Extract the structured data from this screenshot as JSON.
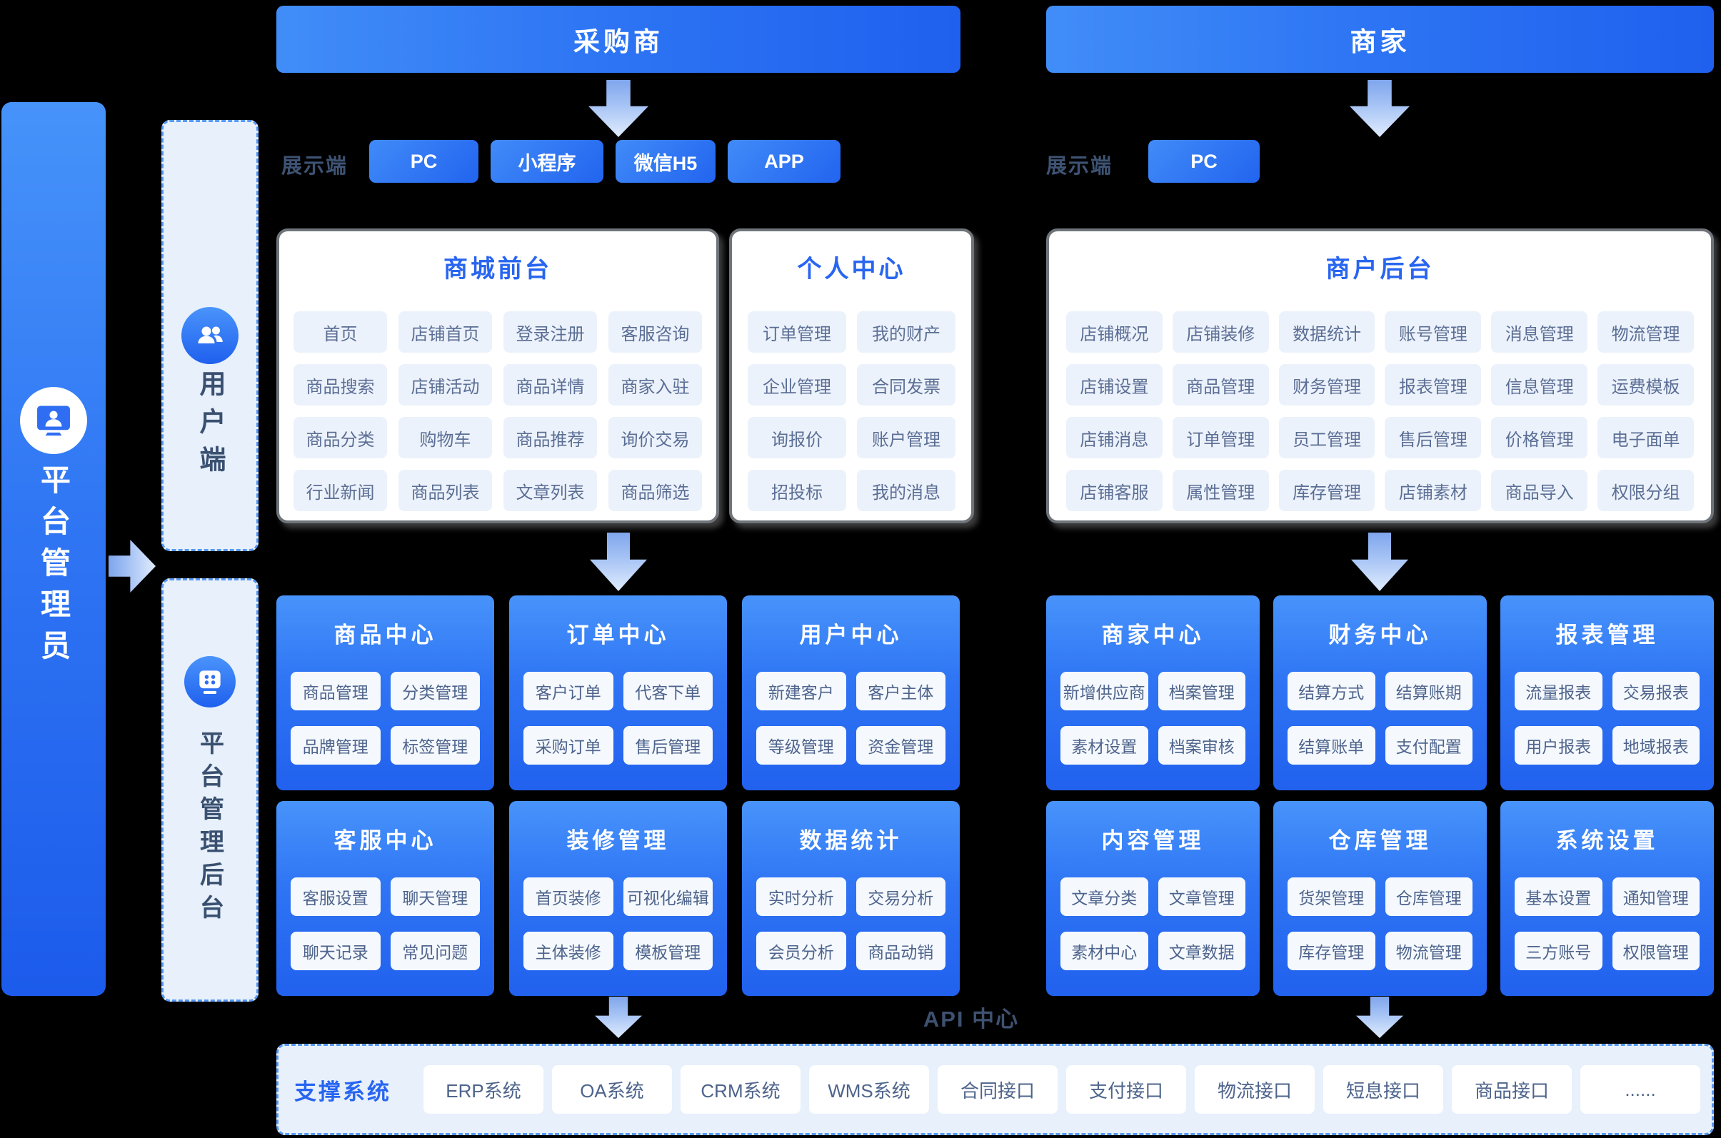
{
  "colors": {
    "background": "#000000",
    "primary_blue": "#2865F0",
    "bar_gradient_start": "#418DF8",
    "bar_gradient_end": "#1F60EE",
    "navy_text": "#3E5373",
    "chip_bg": "#ECF2FB",
    "chip_text": "#5B6E95",
    "dashed_panel_bg": "#E7F0FB",
    "dashed_border": "#5597F5"
  },
  "icons": {
    "admin": "monitor-user-icon",
    "user_side": "users-group-icon",
    "admin_backend": "dashboard-monitor-icon"
  },
  "header": {
    "purchaser": "采购商",
    "merchant": "商家"
  },
  "display_left": {
    "label": "展示端",
    "buttons": [
      "PC",
      "小程序",
      "微信H5",
      "APP"
    ]
  },
  "display_right": {
    "label": "展示端",
    "button": "PC"
  },
  "admin_bar": {
    "label": "平台管理员"
  },
  "side_panels": {
    "user_side": "用户端",
    "admin_backend": "平台管理后台"
  },
  "panels": {
    "mall_front": {
      "title": "商城前台",
      "items": [
        "首页",
        "店铺首页",
        "登录注册",
        "客服咨询",
        "商品搜索",
        "店铺活动",
        "商品详情",
        "商家入驻",
        "商品分类",
        "购物车",
        "商品推荐",
        "询价交易",
        "行业新闻",
        "商品列表",
        "文章列表",
        "商品筛选"
      ]
    },
    "personal_center": {
      "title": "个人中心",
      "items": [
        "订单管理",
        "我的财产",
        "企业管理",
        "合同发票",
        "询报价",
        "账户管理",
        "招投标",
        "我的消息"
      ]
    },
    "merchant_backend": {
      "title": "商户后台",
      "items": [
        "店铺概况",
        "店铺装修",
        "数据统计",
        "账号管理",
        "消息管理",
        "物流管理",
        "店铺设置",
        "商品管理",
        "财务管理",
        "报表管理",
        "信息管理",
        "运费模板",
        "店铺消息",
        "订单管理",
        "员工管理",
        "售后管理",
        "价格管理",
        "电子面单",
        "店铺客服",
        "属性管理",
        "库存管理",
        "店铺素材",
        "商品导入",
        "权限分组"
      ]
    }
  },
  "cards_left": [
    {
      "title": "商品中心",
      "items": [
        "商品管理",
        "分类管理",
        "品牌管理",
        "标签管理"
      ]
    },
    {
      "title": "订单中心",
      "items": [
        "客户订单",
        "代客下单",
        "采购订单",
        "售后管理"
      ]
    },
    {
      "title": "用户中心",
      "items": [
        "新建客户",
        "客户主体",
        "等级管理",
        "资金管理"
      ]
    },
    {
      "title": "客服中心",
      "items": [
        "客服设置",
        "聊天管理",
        "聊天记录",
        "常见问题"
      ]
    },
    {
      "title": "装修管理",
      "items": [
        "首页装修",
        "可视化编辑",
        "主体装修",
        "模板管理"
      ]
    },
    {
      "title": "数据统计",
      "items": [
        "实时分析",
        "交易分析",
        "会员分析",
        "商品动销"
      ]
    }
  ],
  "cards_right": [
    {
      "title": "商家中心",
      "items": [
        "新增供应商",
        "档案管理",
        "素材设置",
        "档案审核"
      ]
    },
    {
      "title": "财务中心",
      "items": [
        "结算方式",
        "结算账期",
        "结算账单",
        "支付配置"
      ]
    },
    {
      "title": "报表管理",
      "items": [
        "流量报表",
        "交易报表",
        "用户报表",
        "地域报表"
      ]
    },
    {
      "title": "内容管理",
      "items": [
        "文章分类",
        "文章管理",
        "素材中心",
        "文章数据"
      ]
    },
    {
      "title": "仓库管理",
      "items": [
        "货架管理",
        "仓库管理",
        "库存管理",
        "物流管理"
      ]
    },
    {
      "title": "系统设置",
      "items": [
        "基本设置",
        "通知管理",
        "三方账号",
        "权限管理"
      ]
    }
  ],
  "api_center": "API 中心",
  "support": {
    "label": "支撑系统",
    "items": [
      "ERP系统",
      "OA系统",
      "CRM系统",
      "WMS系统",
      "合同接口",
      "支付接口",
      "物流接口",
      "短息接口",
      "商品接口",
      "......"
    ]
  }
}
